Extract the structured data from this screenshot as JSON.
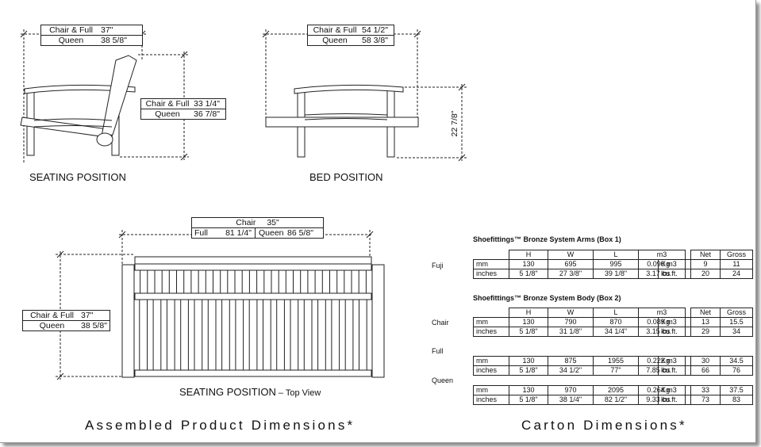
{
  "views": {
    "seating": {
      "caption": "SEATING POSITION",
      "width_box": [
        {
          "label": "Chair & Full",
          "value": "37\""
        },
        {
          "label": "Queen",
          "value": "38 5/8\""
        }
      ],
      "depth_box": [
        {
          "label": "Chair & Full",
          "value": "33 1/4\""
        },
        {
          "label": "Queen",
          "value": "36 7/8\""
        }
      ]
    },
    "bed": {
      "caption": "BED POSITION",
      "width_box": [
        {
          "label": "Chair & Full",
          "value": "54 1/2\""
        },
        {
          "label": "Queen",
          "value": "58 3/8\""
        }
      ],
      "height_label": "22 7/8\""
    },
    "top": {
      "caption": "SEATING POSITION",
      "caption_suffix": " – Top View",
      "chair_label": "Chair",
      "chair_value": "35\"",
      "full_label": "Full",
      "full_value": "81 1/4\"",
      "queen_label": "Queen",
      "queen_value": "86 5/8\"",
      "depth_box": [
        {
          "label": "Chair & Full",
          "value": "37\""
        },
        {
          "label": "Queen",
          "value": "38 5/8\""
        }
      ]
    }
  },
  "footer": {
    "assembled": "Assembled Product Dimensions*",
    "carton": "Carton Dimensions*"
  },
  "carton": {
    "arms_title": "Shoefittings™ Bronze System Arms (Box 1)",
    "body_title": "Shoefittings™ Bronze System Body (Box 2)",
    "headers": [
      "H",
      "W",
      "L",
      "m3"
    ],
    "weight_headers": [
      "Net",
      "Gross"
    ],
    "arms": [
      {
        "name": "Fuji",
        "mm": [
          "mm",
          "130",
          "695",
          "995",
          "0.090 m3"
        ],
        "inches": [
          "inches",
          "5 1/8\"",
          "27 3/8\"",
          "39 1/8\"",
          "3.17 cu.ft."
        ],
        "kg": [
          "Kg",
          "9",
          "11"
        ],
        "lbs": [
          "lbs",
          "20",
          "24"
        ]
      }
    ],
    "body": [
      {
        "name": "Chair",
        "mm": [
          "mm",
          "130",
          "790",
          "870",
          "0.089 m3"
        ],
        "inches": [
          "inches",
          "5 1/8\"",
          "31 1/8\"",
          "34 1/4\"",
          "3.15 cu.ft."
        ],
        "kg": [
          "Kg",
          "13",
          "15.5"
        ],
        "lbs": [
          "lbs",
          "29",
          "34"
        ]
      },
      {
        "name": "Full",
        "mm": [
          "mm",
          "130",
          "875",
          "1955",
          "0.222 m3"
        ],
        "inches": [
          "inches",
          "5 1/8\"",
          "34 1/2\"",
          "77\"",
          "7.85 cu.ft."
        ],
        "kg": [
          "Kg",
          "30",
          "34.5"
        ],
        "lbs": [
          "lbs",
          "66",
          "76"
        ]
      },
      {
        "name": "Queen",
        "mm": [
          "mm",
          "130",
          "970",
          "2095",
          "0.264 m3"
        ],
        "inches": [
          "inches",
          "5 1/8\"",
          "38 1/4\"",
          "82 1/2\"",
          "9.33 cu.ft."
        ],
        "kg": [
          "Kg",
          "33",
          "37.5"
        ],
        "lbs": [
          "lbs",
          "73",
          "83"
        ]
      }
    ]
  }
}
